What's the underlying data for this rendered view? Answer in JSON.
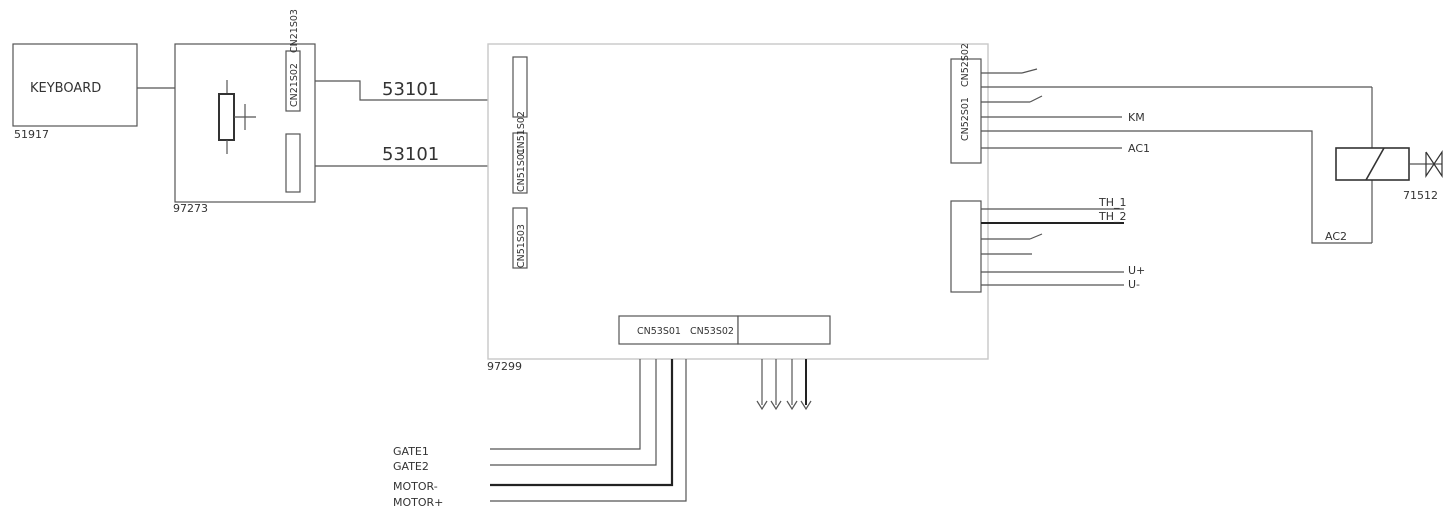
{
  "keyboard": {
    "label": "KEYBOARD",
    "part_no": "51917"
  },
  "pot_board": {
    "part_no": "97273",
    "connector_a": "CN21S02",
    "connector_b": "CN21S03"
  },
  "cable_top": {
    "label": "53101"
  },
  "cable_bottom": {
    "label": "53101"
  },
  "main_board": {
    "part_no": "97299",
    "cn51_a": "CN51S01",
    "cn51_b": "CN51S02",
    "cn51_c": "CN51S03",
    "cn52_a": "CN52S01",
    "cn52_b": "CN52S02",
    "cn53_a": "CN53S01",
    "cn53_b": "CN53S02"
  },
  "signals_right": {
    "km": "KM",
    "ac1": "AC1",
    "th1": "TH_1",
    "th2": "TH_2",
    "u_plus": "U+",
    "u_minus": "U-"
  },
  "valve": {
    "part_no": "71512",
    "ac2": "AC2"
  },
  "signals_bottom": {
    "gate1": "GATE1",
    "gate2": "GATE2",
    "motor_minus": "MOTOR-",
    "motor_plus": "MOTOR+"
  }
}
